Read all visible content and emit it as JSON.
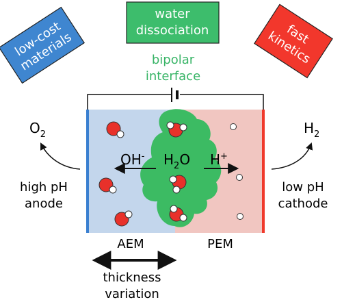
{
  "badges": {
    "low_cost": [
      "low-cost",
      "materials"
    ],
    "water_dissociation": [
      "water",
      "dissociation"
    ],
    "fast_kinetics": [
      "fast",
      "kinetics"
    ]
  },
  "bipolar_interface": [
    "bipolar",
    "interface"
  ],
  "left": {
    "product": "O",
    "product_sub": "2",
    "label": [
      "high pH",
      "anode"
    ],
    "membrane": "AEM"
  },
  "right": {
    "product": "H",
    "product_sub": "2",
    "label": [
      "low pH",
      "cathode"
    ],
    "membrane": "PEM"
  },
  "center": {
    "hydroxide": "OH",
    "hydroxide_sup": "-",
    "water": "H",
    "water_sub": "2",
    "water_tail": "O",
    "proton": "H",
    "proton_sup": "+"
  },
  "thickness": [
    "thickness",
    "variation"
  ],
  "colors": {
    "badge_blue": "#3f86d0",
    "badge_green": "#3dbd6c",
    "badge_red": "#f2372c",
    "bipolar_text": "#37b466",
    "aem_bg": "#c3d6ec",
    "pem_bg": "#f1c6c1",
    "interface_green": "#3cbb63",
    "anode_bar": "#3a7fd0",
    "cathode_bar": "#f0392b",
    "oxygen_red": "#e8312a"
  }
}
